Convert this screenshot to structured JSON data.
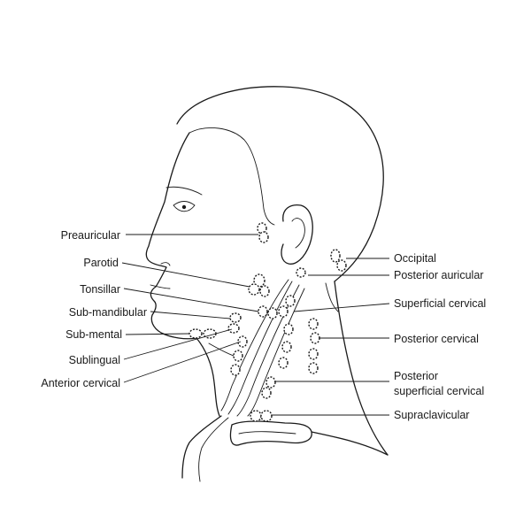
{
  "labels": {
    "preauricular": "Preauricular",
    "parotid": "Parotid",
    "tonsillar": "Tonsillar",
    "submandibular": "Sub-mandibular",
    "submental": "Sub-mental",
    "sublingual": "Sublingual",
    "anterior_cervical": "Anterior cervical",
    "occipital": "Occipital",
    "posterior_auricular": "Posterior auricular",
    "superficial_cervical": "Superficial cervical",
    "posterior_cervical": "Posterior cervical",
    "posterior_superficial_cervical_line1": "Posterior",
    "posterior_superficial_cervical_line2": "superficial cervical",
    "supraclavicular": "Supraclavicular"
  }
}
